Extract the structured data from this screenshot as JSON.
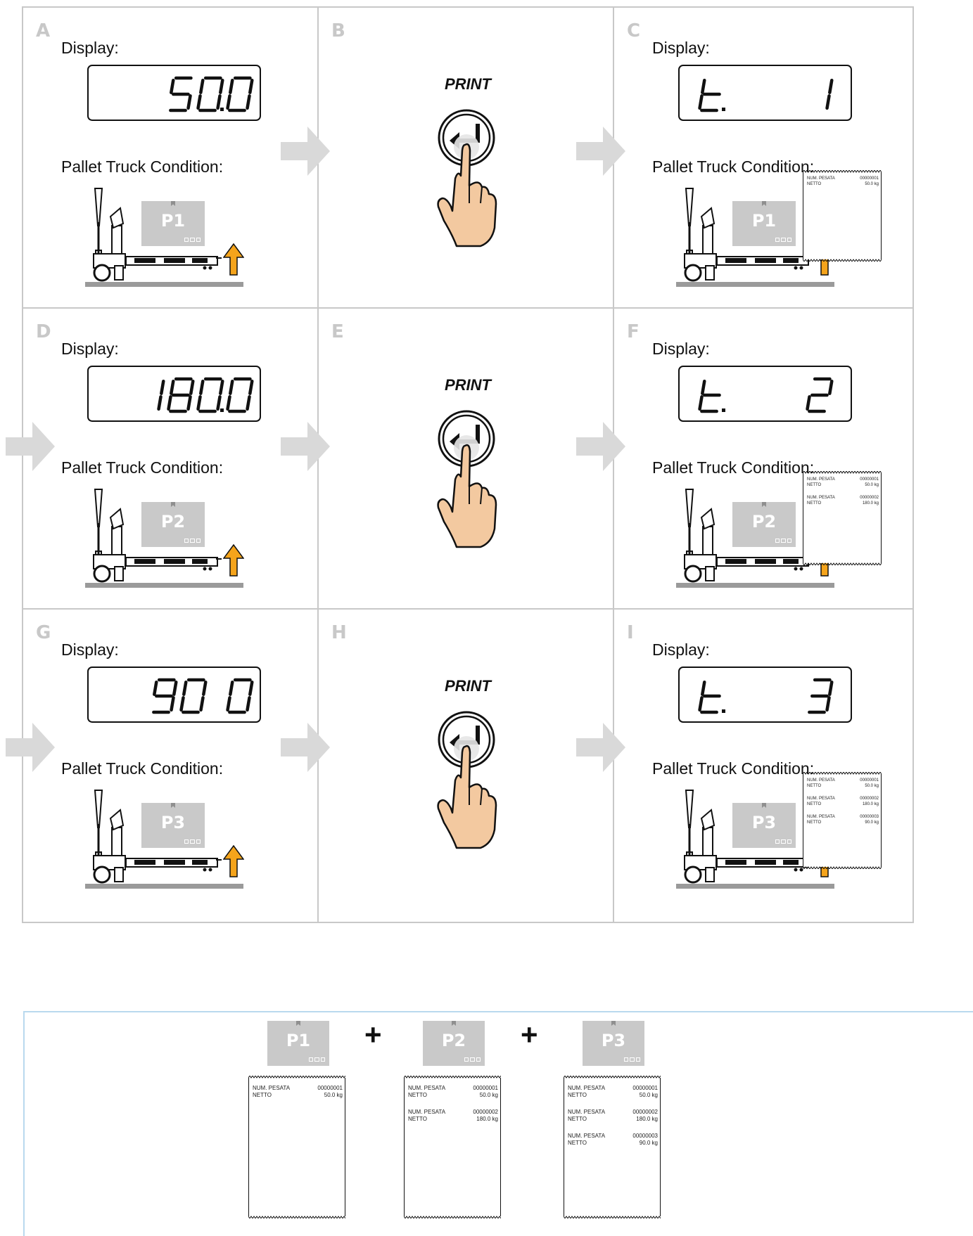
{
  "colors": {
    "panel_border": "#c8c8c8",
    "arrow": "#d9d9d9",
    "pallet_box": "#c9c9c9",
    "lift_arrow": "#f5a41b",
    "hand": "#f3c9a0",
    "summary_border": "#b9d9ee"
  },
  "labels": {
    "display": "Display:",
    "condition": "Pallet Truck Condition:",
    "print": "PRINT",
    "plus": "+"
  },
  "receipt_labels": {
    "num_pesata": "NUM. PESATA",
    "netto": "NETTO"
  },
  "panels": [
    {
      "letter": "A",
      "kind": "display",
      "display": "50.0",
      "pallet": "P1",
      "receipt": []
    },
    {
      "letter": "B",
      "kind": "print"
    },
    {
      "letter": "C",
      "kind": "display",
      "display": "t.  1",
      "pallet": "P1",
      "receipt": [
        {
          "num": "00000001",
          "netto": "50.0 kg"
        }
      ]
    },
    {
      "letter": "D",
      "kind": "display",
      "display": "180.0",
      "pallet": "P2",
      "receipt": []
    },
    {
      "letter": "E",
      "kind": "print"
    },
    {
      "letter": "F",
      "kind": "display",
      "display": "t.  2",
      "pallet": "P2",
      "receipt": [
        {
          "num": "00000001",
          "netto": "50.0 kg"
        },
        {
          "num": "00000002",
          "netto": "180.0 kg"
        }
      ]
    },
    {
      "letter": "G",
      "kind": "display",
      "display": "90 . 0",
      "pallet": "P3",
      "receipt": []
    },
    {
      "letter": "H",
      "kind": "print"
    },
    {
      "letter": "I",
      "kind": "display",
      "display": "t.  3",
      "pallet": "P3",
      "receipt": [
        {
          "num": "00000001",
          "netto": "50.0 kg"
        },
        {
          "num": "00000002",
          "netto": "180.0 kg"
        },
        {
          "num": "00000003",
          "netto": "90.0 kg"
        }
      ]
    }
  ],
  "summary": [
    {
      "pallet": "P1",
      "receipt": [
        {
          "num": "00000001",
          "netto": "50.0 kg"
        }
      ]
    },
    {
      "pallet": "P2",
      "receipt": [
        {
          "num": "00000001",
          "netto": "50.0 kg"
        },
        {
          "num": "00000002",
          "netto": "180.0 kg"
        }
      ]
    },
    {
      "pallet": "P3",
      "receipt": [
        {
          "num": "00000001",
          "netto": "50.0 kg"
        },
        {
          "num": "00000002",
          "netto": "180.0 kg"
        },
        {
          "num": "00000003",
          "netto": "90.0 kg"
        }
      ]
    }
  ]
}
